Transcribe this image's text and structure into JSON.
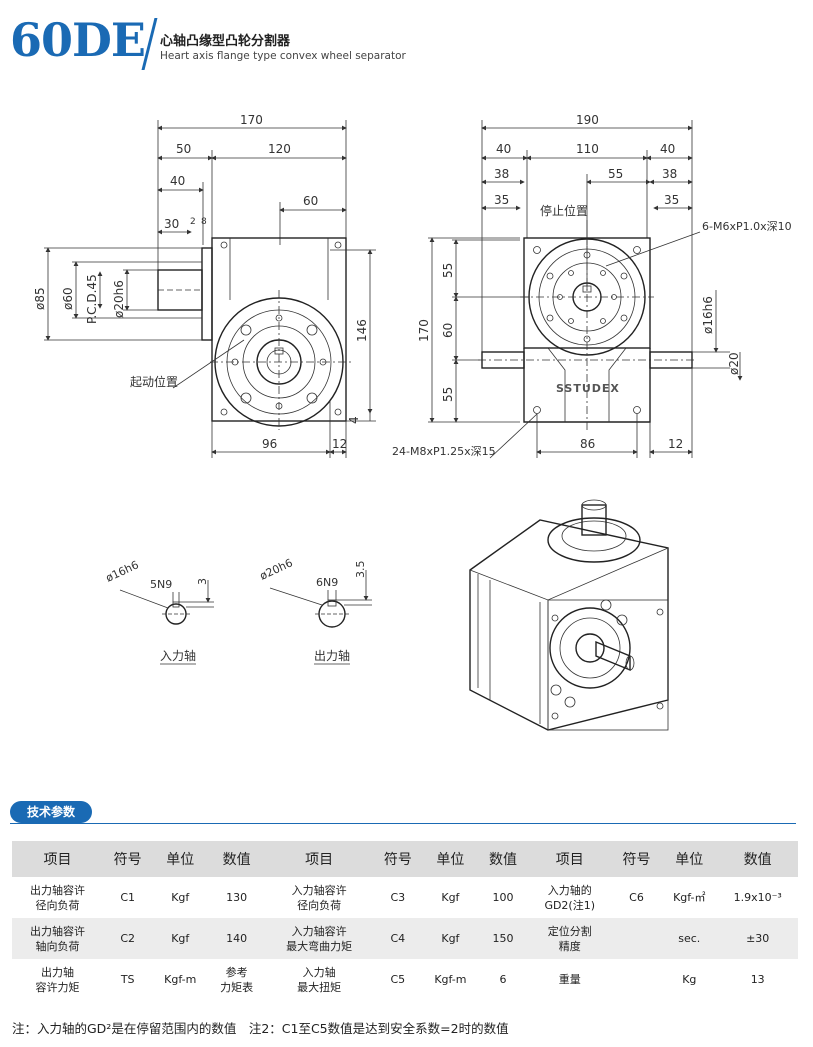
{
  "header": {
    "model": "60DE",
    "title_cn": "心轴凸缘型凸轮分割器",
    "title_en": "Heart axis flange type convex wheel separator"
  },
  "side_view": {
    "dims": {
      "d170": "170",
      "d50": "50",
      "d120": "120",
      "d40": "40",
      "d60": "60",
      "d30": "30",
      "d2": "2",
      "d8": "8",
      "phi85": "ø85",
      "phi60": "ø60",
      "pcd": "P.C.D.45",
      "phi20": "ø20h6",
      "d146": "146",
      "d4": "4",
      "d96": "96",
      "d12": "12"
    },
    "label_start": "起动位置"
  },
  "front_view": {
    "dims": {
      "d190": "190",
      "d40a": "40",
      "d110": "110",
      "d40b": "40",
      "d38a": "38",
      "d55t": "55",
      "d38b": "38",
      "d35a": "35",
      "d35b": "35",
      "d55a": "55",
      "d60": "60",
      "d55b": "55",
      "d170": "170",
      "phi16": "ø16h6",
      "phi20": "ø20",
      "d86": "86",
      "d12": "12"
    },
    "label_stop": "停止位置",
    "label_thread_top": "6-M6xP1.0x深10",
    "label_thread_bottom": "24-M8xP1.25x深15",
    "brand": "SSTUDEX"
  },
  "shaft_details": {
    "input": {
      "phi": "ø16h6",
      "key": "5N9",
      "depth": "3",
      "label": "入力轴"
    },
    "output": {
      "phi": "ø20h6",
      "key": "6N9",
      "depth": "3.5",
      "label": "出力轴"
    }
  },
  "section_title": "技术参数",
  "table": {
    "headers": [
      "项目",
      "符号",
      "单位",
      "数值",
      "项目",
      "符号",
      "单位",
      "数值",
      "项目",
      "符号",
      "单位",
      "数值"
    ],
    "rows": [
      [
        "出力轴容许\n径向负荷",
        "C1",
        "Kgf",
        "130",
        "入力轴容许\n径向负荷",
        "C3",
        "Kgf",
        "100",
        "入力轴的\nGD2(注1)",
        "C6",
        "Kgf-㎡",
        "1.9x10⁻³"
      ],
      [
        "出力轴容许\n轴向负荷",
        "C2",
        "Kgf",
        "140",
        "入力轴容许\n最大弯曲力矩",
        "C4",
        "Kgf",
        "150",
        "定位分割\n精度",
        "",
        "sec.",
        "±30"
      ],
      [
        "出力轴\n容许力矩",
        "TS",
        "Kgf-m",
        "参考\n力矩表",
        "入力轴\n最大扭矩",
        "C5",
        "Kgf-m",
        "6",
        "重量",
        "",
        "Kg",
        "13"
      ]
    ]
  },
  "note": "注：入力轴的GD²是在停留范围内的数值　注2：C1至C5数值是达到安全系数=2时的数值",
  "colors": {
    "accent": "#1a6ab4",
    "header_bg": "#dcdcdc",
    "row_alt": "#ececec"
  }
}
